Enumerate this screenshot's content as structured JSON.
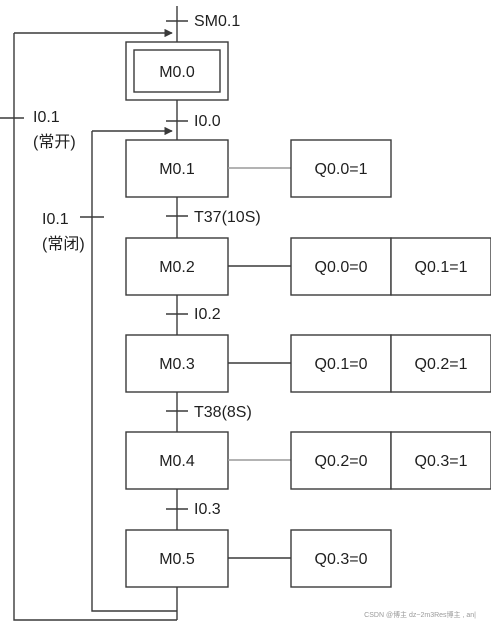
{
  "initial_step": {
    "label": "M0.0",
    "condition": "SM0.1"
  },
  "steps": [
    {
      "label": "M0.1",
      "condition": "I0.0",
      "actions": [
        "Q0.0=1"
      ]
    },
    {
      "label": "M0.2",
      "condition": "T37(10S)",
      "actions": [
        "Q0.0=0",
        "Q0.1=1"
      ]
    },
    {
      "label": "M0.3",
      "condition": "I0.2",
      "actions": [
        "Q0.1=0",
        "Q0.2=1"
      ]
    },
    {
      "label": "M0.4",
      "condition": "T38(8S)",
      "actions": [
        "Q0.2=0",
        "Q0.3=1"
      ]
    },
    {
      "label": "M0.5",
      "condition": "I0.3",
      "actions": [
        "Q0.3=0"
      ]
    }
  ],
  "loops": {
    "outer": {
      "line1": "I0.1",
      "line2": "(常开)"
    },
    "inner": {
      "line1": "I0.1",
      "line2": "(常闭)"
    }
  },
  "watermark": "CSDN @博主 dz~2m3Res博主 , an|"
}
